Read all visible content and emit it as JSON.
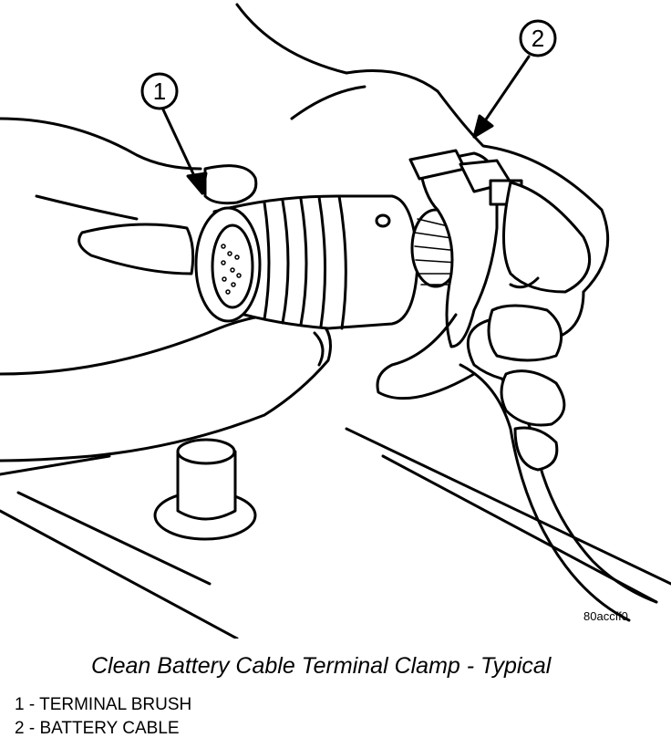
{
  "figure": {
    "callouts": [
      {
        "number": "1"
      },
      {
        "number": "2"
      }
    ],
    "reference_code": "80accff0",
    "caption": "Clean Battery Cable Terminal Clamp - Typical",
    "legend": [
      {
        "text": "1 - TERMINAL BRUSH"
      },
      {
        "text": "2 - BATTERY CABLE"
      }
    ]
  }
}
